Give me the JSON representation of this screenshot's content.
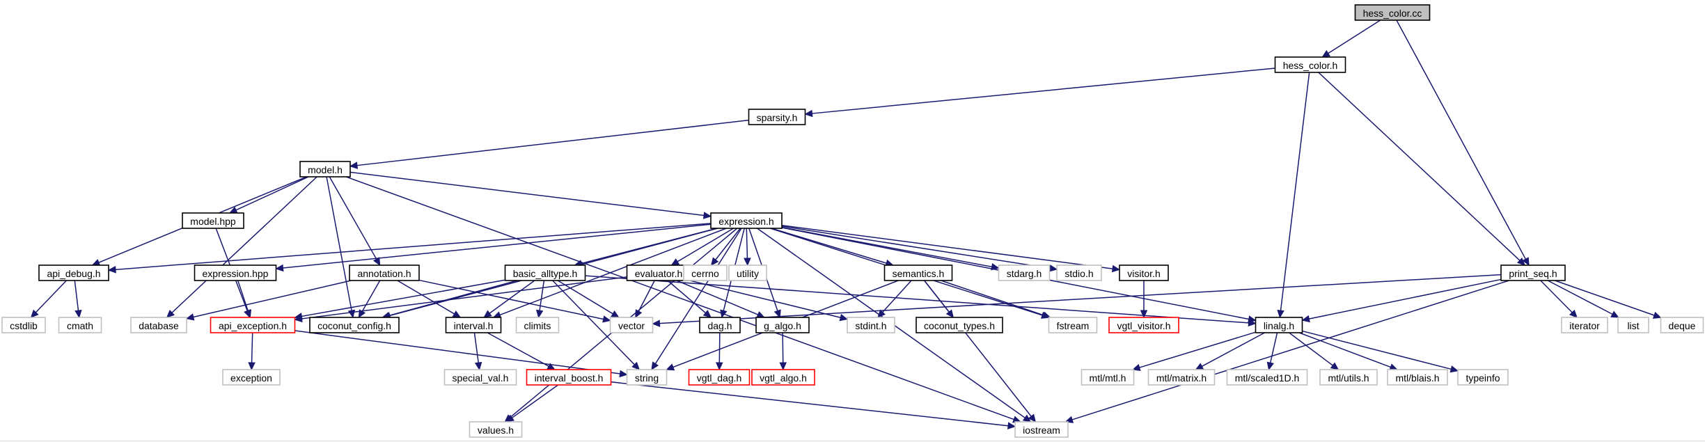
{
  "graph": {
    "colors": {
      "edge": "#191970",
      "documented_border": "#000000",
      "undocumented_border": "#c0c0c0",
      "truncated_border": "#ff0000",
      "root_fill": "#bfbfbf"
    },
    "nodes": [
      {
        "id": "hess_color_cc",
        "label": "hess_color.cc",
        "kind": "root"
      },
      {
        "id": "hess_color_h",
        "label": "hess_color.h",
        "kind": "documented"
      },
      {
        "id": "sparsity_h",
        "label": "sparsity.h",
        "kind": "documented"
      },
      {
        "id": "model_h",
        "label": "model.h",
        "kind": "documented"
      },
      {
        "id": "model_hpp",
        "label": "model.hpp",
        "kind": "documented"
      },
      {
        "id": "expression_h",
        "label": "expression.h",
        "kind": "documented"
      },
      {
        "id": "print_seq_h",
        "label": "print_seq.h",
        "kind": "documented"
      },
      {
        "id": "api_debug_h",
        "label": "api_debug.h",
        "kind": "documented"
      },
      {
        "id": "expression_hpp",
        "label": "expression.hpp",
        "kind": "documented"
      },
      {
        "id": "annotation_h",
        "label": "annotation.h",
        "kind": "documented"
      },
      {
        "id": "basic_alltype_h",
        "label": "basic_alltype.h",
        "kind": "documented"
      },
      {
        "id": "evaluator_h",
        "label": "evaluator.h",
        "kind": "documented"
      },
      {
        "id": "cerrno",
        "label": "cerrno",
        "kind": "undocumented"
      },
      {
        "id": "utility",
        "label": "utility",
        "kind": "undocumented"
      },
      {
        "id": "semantics_h",
        "label": "semantics.h",
        "kind": "documented"
      },
      {
        "id": "stdarg_h",
        "label": "stdarg.h",
        "kind": "undocumented"
      },
      {
        "id": "stdio_h",
        "label": "stdio.h",
        "kind": "undocumented"
      },
      {
        "id": "visitor_h",
        "label": "visitor.h",
        "kind": "documented"
      },
      {
        "id": "iterator",
        "label": "iterator",
        "kind": "undocumented"
      },
      {
        "id": "list",
        "label": "list",
        "kind": "undocumented"
      },
      {
        "id": "deque",
        "label": "deque",
        "kind": "undocumented"
      },
      {
        "id": "cstdlib",
        "label": "cstdlib",
        "kind": "undocumented"
      },
      {
        "id": "cmath",
        "label": "cmath",
        "kind": "undocumented"
      },
      {
        "id": "database",
        "label": "database",
        "kind": "undocumented"
      },
      {
        "id": "api_exception_h",
        "label": "api_exception.h",
        "kind": "truncated"
      },
      {
        "id": "coconut_config_h",
        "label": "coconut_config.h",
        "kind": "documented"
      },
      {
        "id": "interval_h",
        "label": "interval.h",
        "kind": "documented"
      },
      {
        "id": "climits",
        "label": "climits",
        "kind": "undocumented"
      },
      {
        "id": "vector",
        "label": "vector",
        "kind": "undocumented"
      },
      {
        "id": "dag_h",
        "label": "dag.h",
        "kind": "documented"
      },
      {
        "id": "g_algo_h",
        "label": "g_algo.h",
        "kind": "documented"
      },
      {
        "id": "stdint_h",
        "label": "stdint.h",
        "kind": "undocumented"
      },
      {
        "id": "coconut_types_h",
        "label": "coconut_types.h",
        "kind": "documented"
      },
      {
        "id": "fstream",
        "label": "fstream",
        "kind": "undocumented"
      },
      {
        "id": "vgtl_visitor_h",
        "label": "vgtl_visitor.h",
        "kind": "truncated"
      },
      {
        "id": "linalg_h",
        "label": "linalg.h",
        "kind": "documented"
      },
      {
        "id": "exception",
        "label": "exception",
        "kind": "undocumented"
      },
      {
        "id": "special_val_h",
        "label": "special_val.h",
        "kind": "undocumented"
      },
      {
        "id": "interval_boost_h",
        "label": "interval_boost.h",
        "kind": "truncated"
      },
      {
        "id": "string",
        "label": "string",
        "kind": "undocumented"
      },
      {
        "id": "vgtl_dag_h",
        "label": "vgtl_dag.h",
        "kind": "truncated"
      },
      {
        "id": "vgtl_algo_h",
        "label": "vgtl_algo.h",
        "kind": "truncated"
      },
      {
        "id": "mtl_mtl_h",
        "label": "mtl/mtl.h",
        "kind": "undocumented"
      },
      {
        "id": "mtl_matrix_h",
        "label": "mtl/matrix.h",
        "kind": "undocumented"
      },
      {
        "id": "mtl_scaled1D_h",
        "label": "mtl/scaled1D.h",
        "kind": "undocumented"
      },
      {
        "id": "mtl_utils_h",
        "label": "mtl/utils.h",
        "kind": "undocumented"
      },
      {
        "id": "mtl_blais_h",
        "label": "mtl/blais.h",
        "kind": "undocumented"
      },
      {
        "id": "typeinfo",
        "label": "typeinfo",
        "kind": "undocumented"
      },
      {
        "id": "values_h",
        "label": "values.h",
        "kind": "undocumented"
      },
      {
        "id": "iostream",
        "label": "iostream",
        "kind": "undocumented"
      }
    ],
    "edges": [
      [
        "hess_color_cc",
        "hess_color_h"
      ],
      [
        "hess_color_cc",
        "print_seq_h"
      ],
      [
        "hess_color_h",
        "sparsity_h"
      ],
      [
        "hess_color_h",
        "print_seq_h"
      ],
      [
        "hess_color_h",
        "linalg_h"
      ],
      [
        "sparsity_h",
        "model_h"
      ],
      [
        "model_h",
        "api_debug_h"
      ],
      [
        "model_h",
        "model_hpp"
      ],
      [
        "model_h",
        "database"
      ],
      [
        "model_h",
        "coconut_config_h"
      ],
      [
        "model_h",
        "annotation_h"
      ],
      [
        "model_h",
        "expression_h"
      ],
      [
        "model_h",
        "iostream"
      ],
      [
        "model_hpp",
        "api_exception_h"
      ],
      [
        "expression_h",
        "api_debug_h"
      ],
      [
        "expression_h",
        "expression_hpp"
      ],
      [
        "expression_h",
        "coconut_config_h"
      ],
      [
        "expression_h",
        "values_h"
      ],
      [
        "expression_h",
        "interval_h"
      ],
      [
        "expression_h",
        "basic_alltype_h"
      ],
      [
        "expression_h",
        "evaluator_h"
      ],
      [
        "expression_h",
        "cerrno"
      ],
      [
        "expression_h",
        "utility"
      ],
      [
        "expression_h",
        "string"
      ],
      [
        "expression_h",
        "dag_h"
      ],
      [
        "expression_h",
        "g_algo_h"
      ],
      [
        "expression_h",
        "semantics_h"
      ],
      [
        "expression_h",
        "stdarg_h"
      ],
      [
        "expression_h",
        "stdio_h"
      ],
      [
        "expression_h",
        "visitor_h"
      ],
      [
        "expression_h",
        "fstream"
      ],
      [
        "expression_h",
        "iostream"
      ],
      [
        "expression_h",
        "linalg_h"
      ],
      [
        "print_seq_h",
        "vector"
      ],
      [
        "print_seq_h",
        "linalg_h"
      ],
      [
        "print_seq_h",
        "iterator"
      ],
      [
        "print_seq_h",
        "list"
      ],
      [
        "print_seq_h",
        "deque"
      ],
      [
        "print_seq_h",
        "iostream"
      ],
      [
        "api_debug_h",
        "cstdlib"
      ],
      [
        "api_debug_h",
        "cmath"
      ],
      [
        "expression_hpp",
        "api_exception_h"
      ],
      [
        "annotation_h",
        "database"
      ],
      [
        "annotation_h",
        "coconut_config_h"
      ],
      [
        "annotation_h",
        "interval_h"
      ],
      [
        "annotation_h",
        "vector"
      ],
      [
        "basic_alltype_h",
        "api_exception_h"
      ],
      [
        "basic_alltype_h",
        "coconut_config_h"
      ],
      [
        "basic_alltype_h",
        "interval_h"
      ],
      [
        "basic_alltype_h",
        "climits"
      ],
      [
        "basic_alltype_h",
        "vector"
      ],
      [
        "basic_alltype_h",
        "string"
      ],
      [
        "basic_alltype_h",
        "linalg_h"
      ],
      [
        "evaluator_h",
        "api_exception_h"
      ],
      [
        "evaluator_h",
        "vector"
      ],
      [
        "evaluator_h",
        "dag_h"
      ],
      [
        "evaluator_h",
        "g_algo_h"
      ],
      [
        "evaluator_h",
        "stdint_h"
      ],
      [
        "semantics_h",
        "stdint_h"
      ],
      [
        "semantics_h",
        "coconut_types_h"
      ],
      [
        "semantics_h",
        "fstream"
      ],
      [
        "semantics_h",
        "string"
      ],
      [
        "semantics_h",
        "iostream"
      ],
      [
        "visitor_h",
        "vgtl_visitor_h"
      ],
      [
        "api_exception_h",
        "exception"
      ],
      [
        "api_exception_h",
        "string"
      ],
      [
        "interval_h",
        "special_val_h"
      ],
      [
        "interval_h",
        "interval_boost_h"
      ],
      [
        "interval_boost_h",
        "values_h"
      ],
      [
        "interval_boost_h",
        "iostream"
      ],
      [
        "dag_h",
        "vgtl_dag_h"
      ],
      [
        "g_algo_h",
        "vgtl_algo_h"
      ],
      [
        "linalg_h",
        "mtl_mtl_h"
      ],
      [
        "linalg_h",
        "mtl_matrix_h"
      ],
      [
        "linalg_h",
        "mtl_scaled1D_h"
      ],
      [
        "linalg_h",
        "mtl_utils_h"
      ],
      [
        "linalg_h",
        "mtl_blais_h"
      ],
      [
        "linalg_h",
        "typeinfo"
      ]
    ]
  }
}
